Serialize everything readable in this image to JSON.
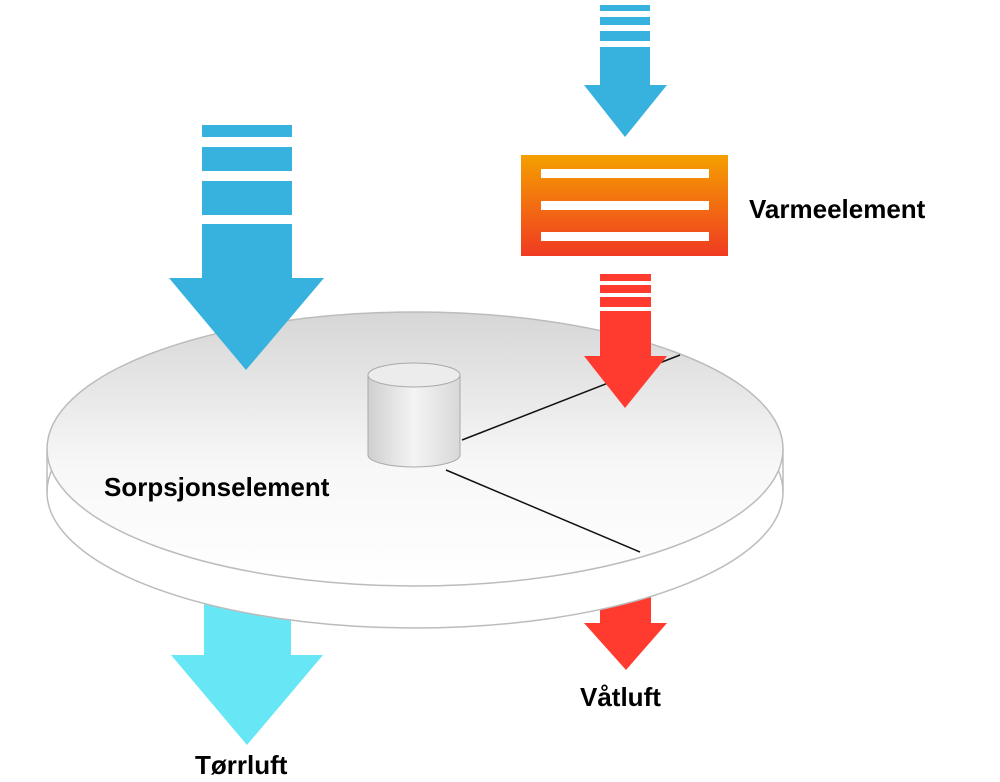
{
  "labels": {
    "heater": "Varmeelement",
    "sorption_element": "Sorpsjonselement",
    "wet_air": "Våtluft",
    "dry_air": "Tørrluft"
  },
  "colors": {
    "intake_air": "#37b2de",
    "dry_air": "#67e7f5",
    "warm_air": "#ff3b30",
    "heater_top": "#f5a000",
    "heater_bottom": "#f03a22",
    "wheel": "#ebebeb",
    "wheel_edge": "#bdbdbd"
  },
  "icons": {
    "intake_left": "arrow-down",
    "intake_right": "arrow-down",
    "heated_flow": "arrow-down",
    "wet_outflow": "arrow-down",
    "dry_outflow": "arrow-down",
    "heater": "heating-element",
    "hub": "cylinder-hub"
  }
}
